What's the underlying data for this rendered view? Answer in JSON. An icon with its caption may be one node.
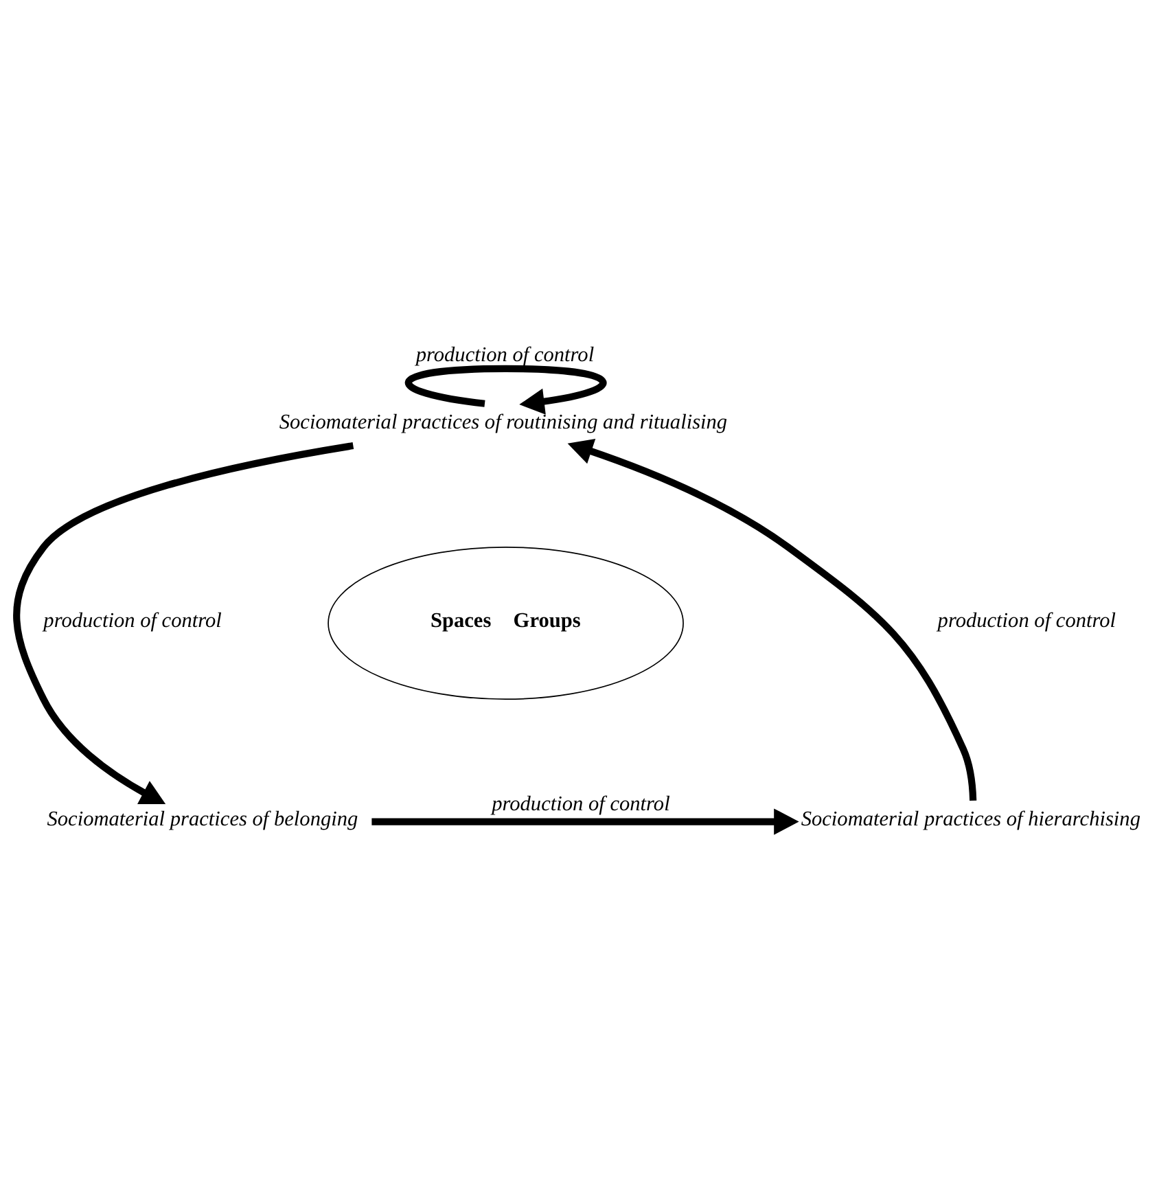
{
  "diagram": {
    "nodes": [
      {
        "text": [
          "Sociomaterial practices of routinising and ritualising"
        ]
      },
      {
        "text": [
          "Spaces",
          "Groups"
        ]
      },
      {
        "text": [
          "Sociomaterial practices of hierarchising"
        ]
      },
      {
        "text": [
          "Sociomaterial practices of belonging"
        ]
      }
    ],
    "edges": [
      {
        "from": 0,
        "to": 0,
        "arrow": "to",
        "label": "production of control"
      },
      {
        "from": 0,
        "to": 3,
        "arrow": "to",
        "label": "production of control"
      },
      {
        "from": 3,
        "to": 2,
        "arrow": "to",
        "label": "production of control"
      },
      {
        "from": 2,
        "to": 0,
        "arrow": "to",
        "label": "production of control"
      }
    ]
  }
}
